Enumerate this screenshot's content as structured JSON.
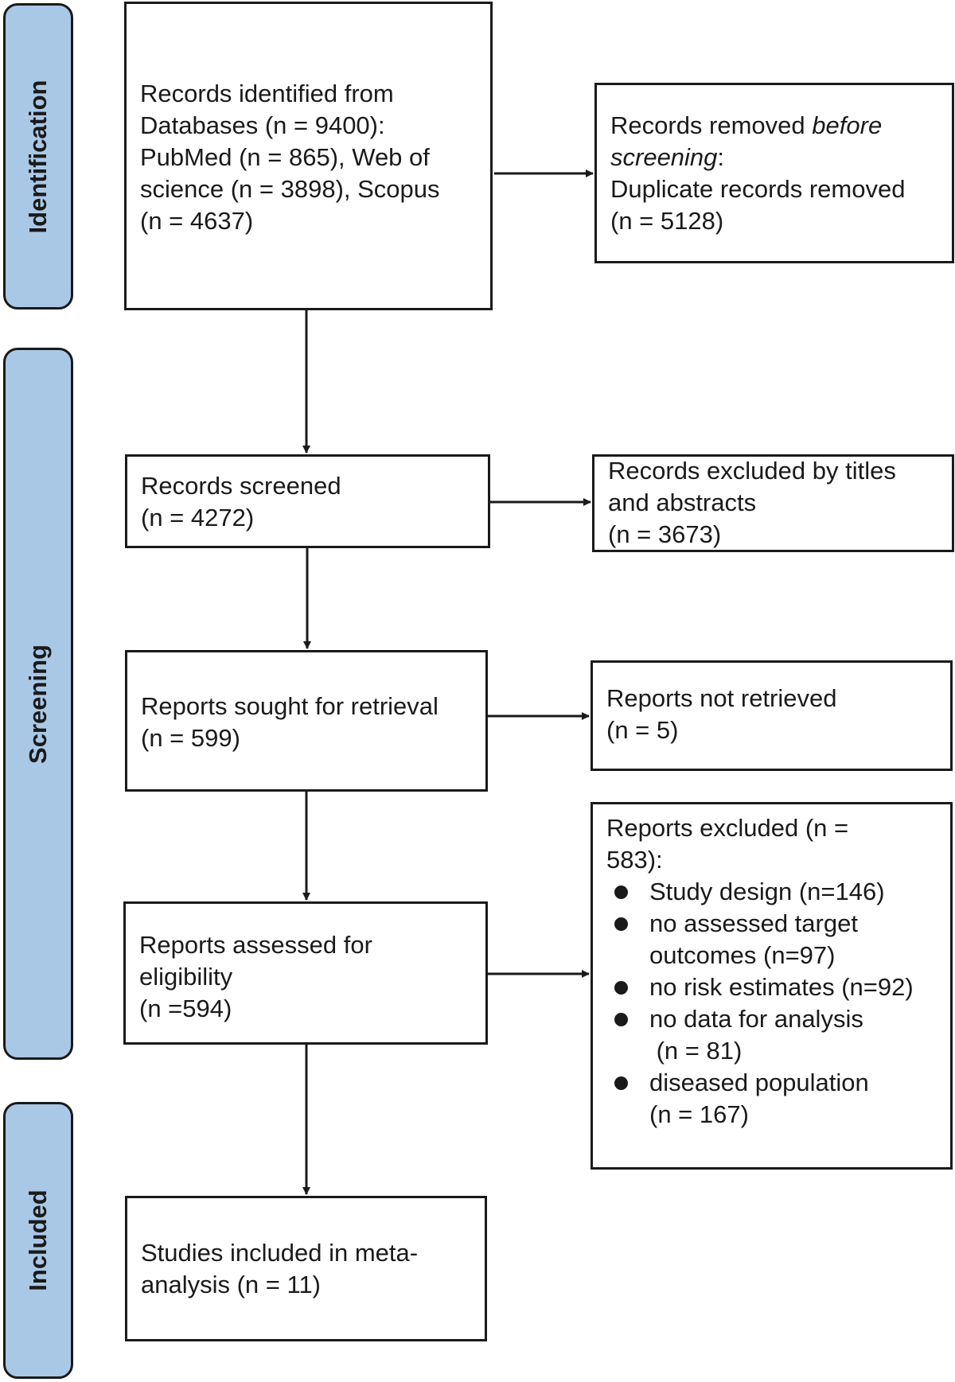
{
  "phases": {
    "identification": "Identification",
    "screening": "Screening",
    "included": "Included"
  },
  "boxes": {
    "records_identified": [
      "Records identified from",
      "Databases (n = 9400):",
      "PubMed (n = 865), Web of",
      "science (n = 3898), Scopus",
      "(n = 4637)"
    ],
    "records_removed": {
      "line1_prefix": "Records removed ",
      "line1_italic": "before",
      "line2_italic": "screening",
      "line2_suffix": ":",
      "line3": "Duplicate records removed",
      "line4": "(n = 5128)"
    },
    "records_screened": [
      "Records screened",
      "(n = 4272)"
    ],
    "records_excluded": [
      "Records excluded by titles",
      "and abstracts",
      "(n = 3673)"
    ],
    "reports_sought": [
      "Reports sought for retrieval",
      "(n = 599)"
    ],
    "reports_not_retrieved": [
      "Reports not retrieved",
      "(n = 5)"
    ],
    "reports_assessed": [
      "Reports assessed for",
      "eligibility",
      "(n =594)"
    ],
    "reports_excluded": {
      "heading": [
        "Reports excluded (n =",
        "583):"
      ],
      "reasons": [
        [
          "Study design (n=146)"
        ],
        [
          "no assessed target",
          "outcomes (n=97)"
        ],
        [
          "no risk estimates (n=92)"
        ],
        [
          "no data for analysis",
          " (n = 81)"
        ],
        [
          "diseased population",
          "(n = 167)"
        ]
      ]
    },
    "studies_included": [
      "Studies included in meta-",
      "analysis (n = 11)"
    ]
  },
  "colors": {
    "phase_fill": "#a9c8e6",
    "stroke": "#1a1a1a"
  }
}
